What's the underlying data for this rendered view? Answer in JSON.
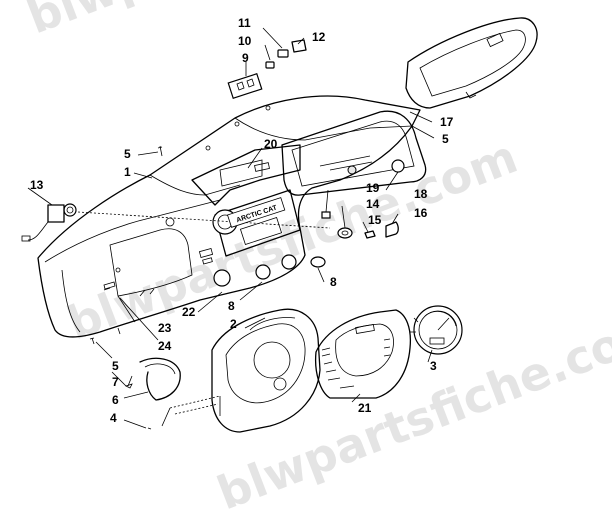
{
  "diagram": {
    "type": "exploded-parts-view",
    "watermark": "blwpartsfiche.com",
    "panel_badge_text": "ARCTIC CAT",
    "callouts": [
      {
        "id": "c1",
        "number": "1"
      },
      {
        "id": "c2",
        "number": "2"
      },
      {
        "id": "c3",
        "number": "3"
      },
      {
        "id": "c4",
        "number": "4"
      },
      {
        "id": "c5a",
        "number": "5"
      },
      {
        "id": "c5b",
        "number": "5"
      },
      {
        "id": "c5c",
        "number": "5"
      },
      {
        "id": "c6",
        "number": "6"
      },
      {
        "id": "c7",
        "number": "7"
      },
      {
        "id": "c8a",
        "number": "8"
      },
      {
        "id": "c8b",
        "number": "8"
      },
      {
        "id": "c9",
        "number": "9"
      },
      {
        "id": "c10",
        "number": "10"
      },
      {
        "id": "c11",
        "number": "11"
      },
      {
        "id": "c12",
        "number": "12"
      },
      {
        "id": "c13",
        "number": "13"
      },
      {
        "id": "c14",
        "number": "14"
      },
      {
        "id": "c15",
        "number": "15"
      },
      {
        "id": "c16",
        "number": "16"
      },
      {
        "id": "c17",
        "number": "17"
      },
      {
        "id": "c18",
        "number": "18"
      },
      {
        "id": "c19",
        "number": "19"
      },
      {
        "id": "c20",
        "number": "20"
      },
      {
        "id": "c21",
        "number": "21"
      },
      {
        "id": "c22",
        "number": "22"
      },
      {
        "id": "c23",
        "number": "23"
      },
      {
        "id": "c24",
        "number": "24"
      }
    ]
  }
}
